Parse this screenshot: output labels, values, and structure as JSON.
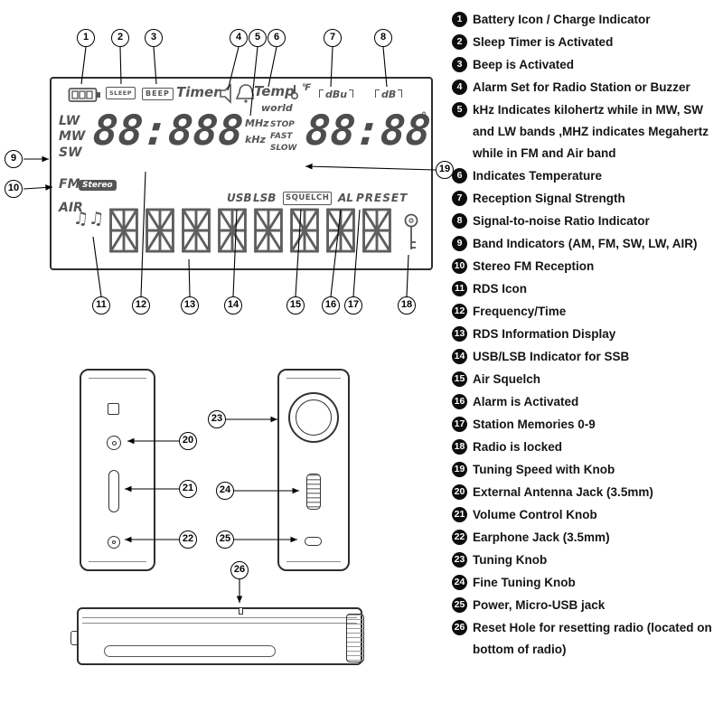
{
  "lcd": {
    "sleep": "SLEEP",
    "beep": "BEEP",
    "timer": "Timer",
    "temp": "Temp",
    "temp_unit": "℉",
    "world": "world",
    "dbu": "dBu",
    "db": "dB",
    "band_lw": "LW",
    "band_mw": "MW",
    "band_sw": "SW",
    "fm": "FM",
    "stereo": "Stereo",
    "air": "AIR",
    "freq_digits": "88:888",
    "mhz": "MHz",
    "khz": "kHz",
    "stop": "STOP",
    "fast": "FAST",
    "slow": "SLOW",
    "clock_digits": "88:88",
    "degree": "°",
    "usb": "USB",
    "lsb": "LSB",
    "squelch": "SQUELCH",
    "al": "AL",
    "preset": "PRESET",
    "rds_notes": "♫♫",
    "alpha_cells": 8
  },
  "callouts": {
    "numbers": [
      "1",
      "2",
      "3",
      "4",
      "5",
      "6",
      "7",
      "8",
      "9",
      "10",
      "11",
      "12",
      "13",
      "14",
      "15",
      "16",
      "17",
      "18",
      "19",
      "20",
      "21",
      "22",
      "23",
      "24",
      "25",
      "26"
    ]
  },
  "legend": {
    "items": [
      {
        "num": "1",
        "label": "Battery Icon / Charge Indicator"
      },
      {
        "num": "2",
        "label": "Sleep Timer is Activated"
      },
      {
        "num": "3",
        "label": "Beep is Activated"
      },
      {
        "num": "4",
        "label": "Alarm Set for Radio Station or Buzzer"
      },
      {
        "num": "5",
        "label": "kHz Indicates kilohertz while in MW, SW and LW bands ,MHZ indicates Megahertz while in FM and Air band"
      },
      {
        "num": "6",
        "label": "Indicates Temperature"
      },
      {
        "num": "7",
        "label": "Reception Signal Strength"
      },
      {
        "num": "8",
        "label": "Signal-to-noise Ratio Indicator"
      },
      {
        "num": "9",
        "label": "Band Indicators (AM, FM, SW, LW, AIR)"
      },
      {
        "num": "10",
        "label": "Stereo FM Reception"
      },
      {
        "num": "11",
        "label": "RDS Icon"
      },
      {
        "num": "12",
        "label": "Frequency/Time"
      },
      {
        "num": "13",
        "label": "RDS Information Display"
      },
      {
        "num": "14",
        "label": "USB/LSB Indicator for SSB"
      },
      {
        "num": "15",
        "label": "Air Squelch"
      },
      {
        "num": "16",
        "label": "Alarm is Activated"
      },
      {
        "num": "17",
        "label": "Station Memories 0-9"
      },
      {
        "num": "18",
        "label": "Radio is locked"
      },
      {
        "num": "19",
        "label": "Tuning Speed with Knob"
      },
      {
        "num": "20",
        "label": "External Antenna Jack (3.5mm)"
      },
      {
        "num": "21",
        "label": "Volume Control Knob"
      },
      {
        "num": "22",
        "label": "Earphone Jack (3.5mm)"
      },
      {
        "num": "23",
        "label": "Tuning Knob"
      },
      {
        "num": "24",
        "label": "Fine Tuning Knob"
      },
      {
        "num": "25",
        "label": "Power, Micro-USB jack"
      },
      {
        "num": "26",
        "label": "Reset Hole for resetting radio (located on bottom of radio)"
      }
    ]
  }
}
